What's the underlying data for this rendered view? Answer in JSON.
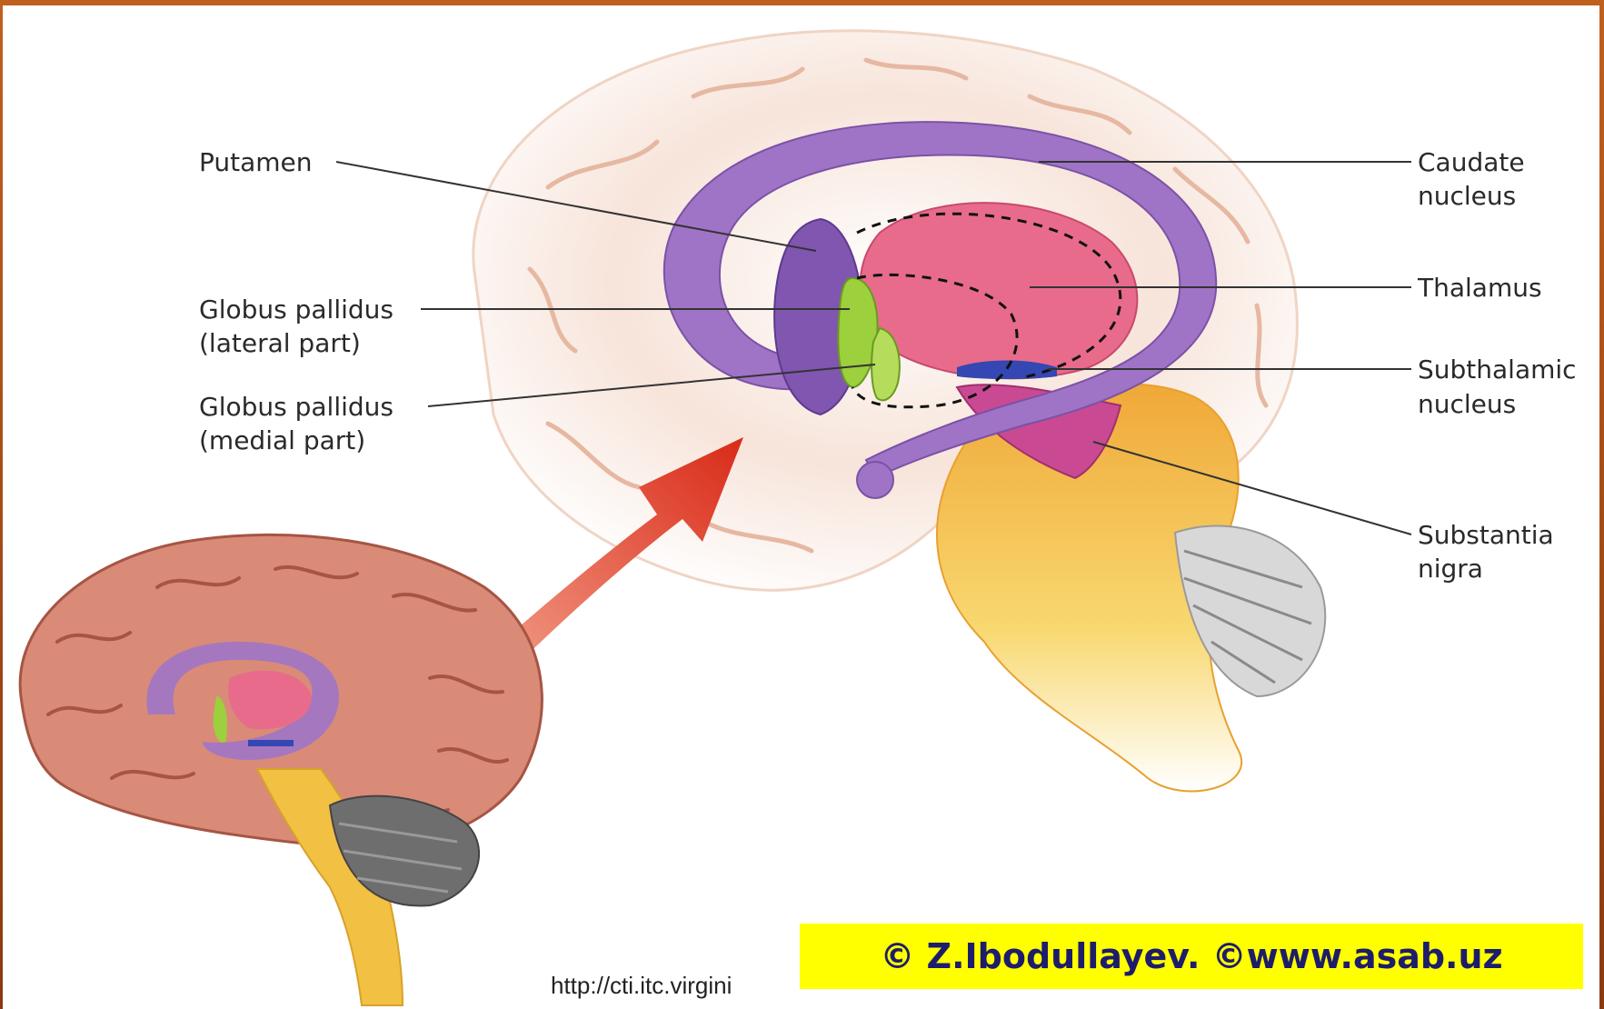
{
  "labels": {
    "putamen": "Putamen",
    "globus_lateral_1": "Globus pallidus",
    "globus_lateral_2": "(lateral part)",
    "globus_medial_1": "Globus pallidus",
    "globus_medial_2": "(medial part)",
    "caudate_1": "Caudate",
    "caudate_2": "nucleus",
    "thalamus": "Thalamus",
    "subthalamic_1": "Subthalamic",
    "subthalamic_2": "nucleus",
    "substantia_1": "Substantia",
    "substantia_2": "nigra"
  },
  "source_url": "http://cti.itc.virgini",
  "copyright": "© Z.Ibodullayev. ©www.asab.uz",
  "colors": {
    "frame": "#b5561a",
    "caudate": "#9b6fc0",
    "thalamus": "#e66a8a",
    "globus_pallidus": "#9ccc3c",
    "subthalamic": "#3a4fb0",
    "substantia_nigra": "#c0458a",
    "brainstem": "#f2c042",
    "cortex": "#f1c9b5",
    "arrow": "#e3402a",
    "copyright_bg": "#ffff00"
  }
}
